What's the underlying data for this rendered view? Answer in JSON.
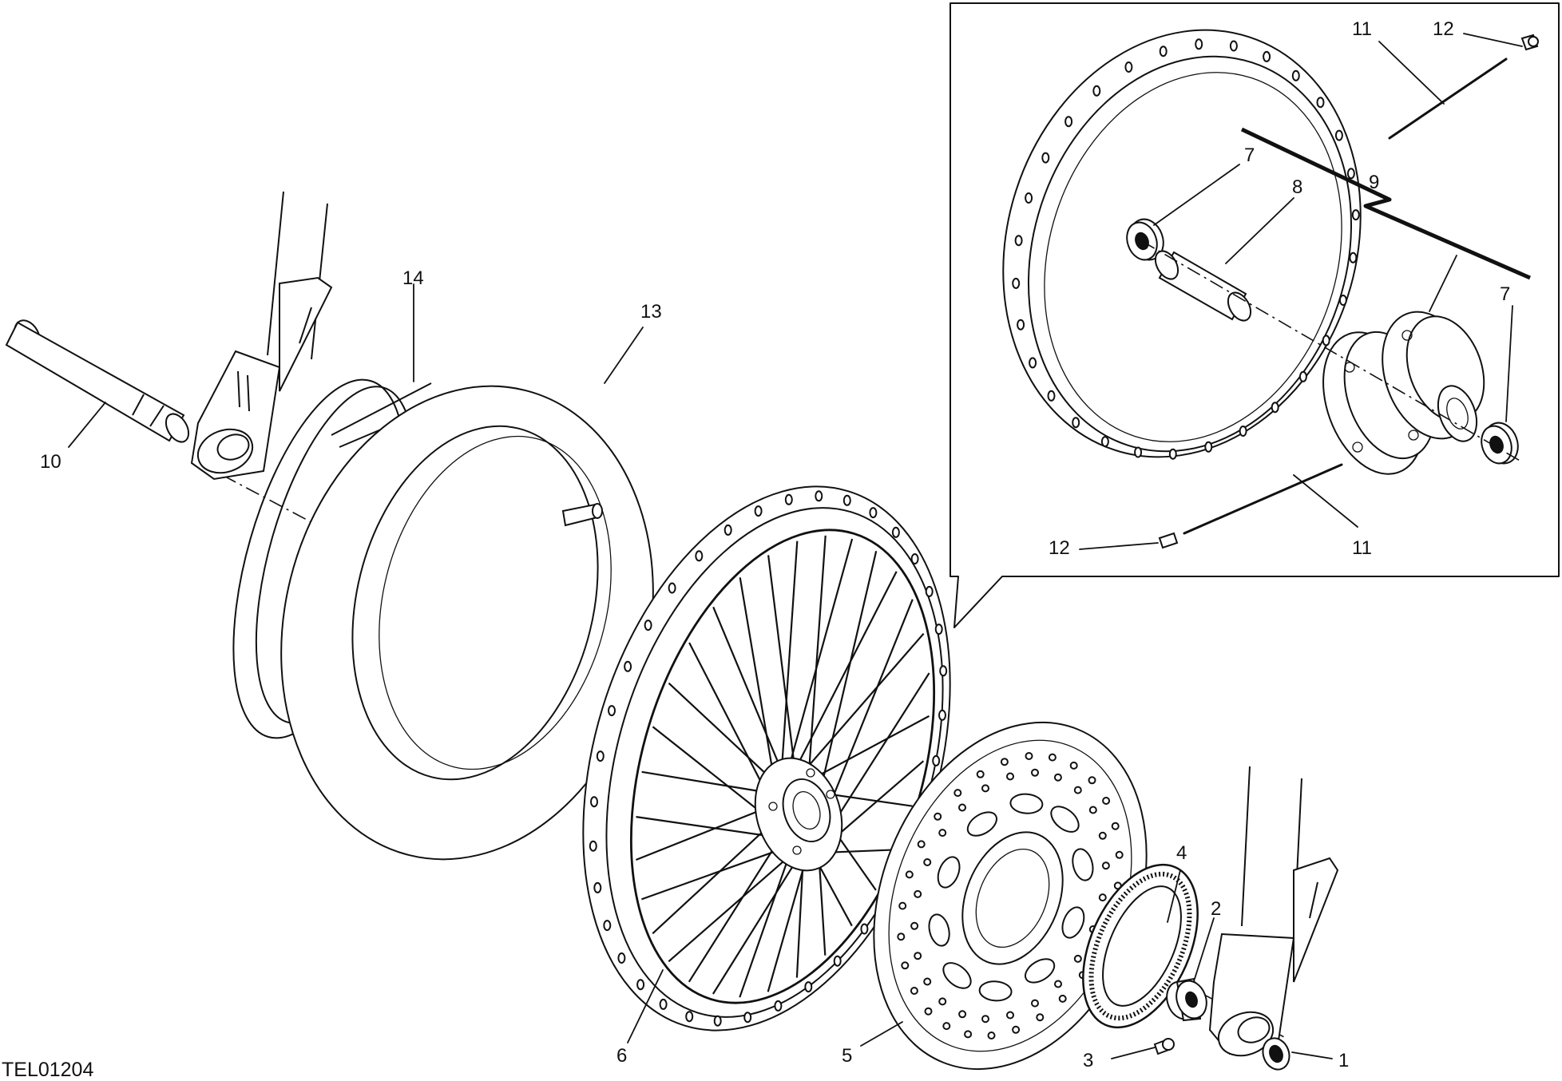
{
  "drawing_code": "TEL01204",
  "callouts": {
    "c1": "1",
    "c2": "2",
    "c3": "3",
    "c4": "4",
    "c5": "5",
    "c6": "6",
    "c7a": "7",
    "c7b": "7",
    "c8": "8",
    "c9": "9",
    "c10": "10",
    "c11a": "11",
    "c11b": "11",
    "c12a": "12",
    "c12b": "12",
    "c13": "13",
    "c14": "14"
  }
}
